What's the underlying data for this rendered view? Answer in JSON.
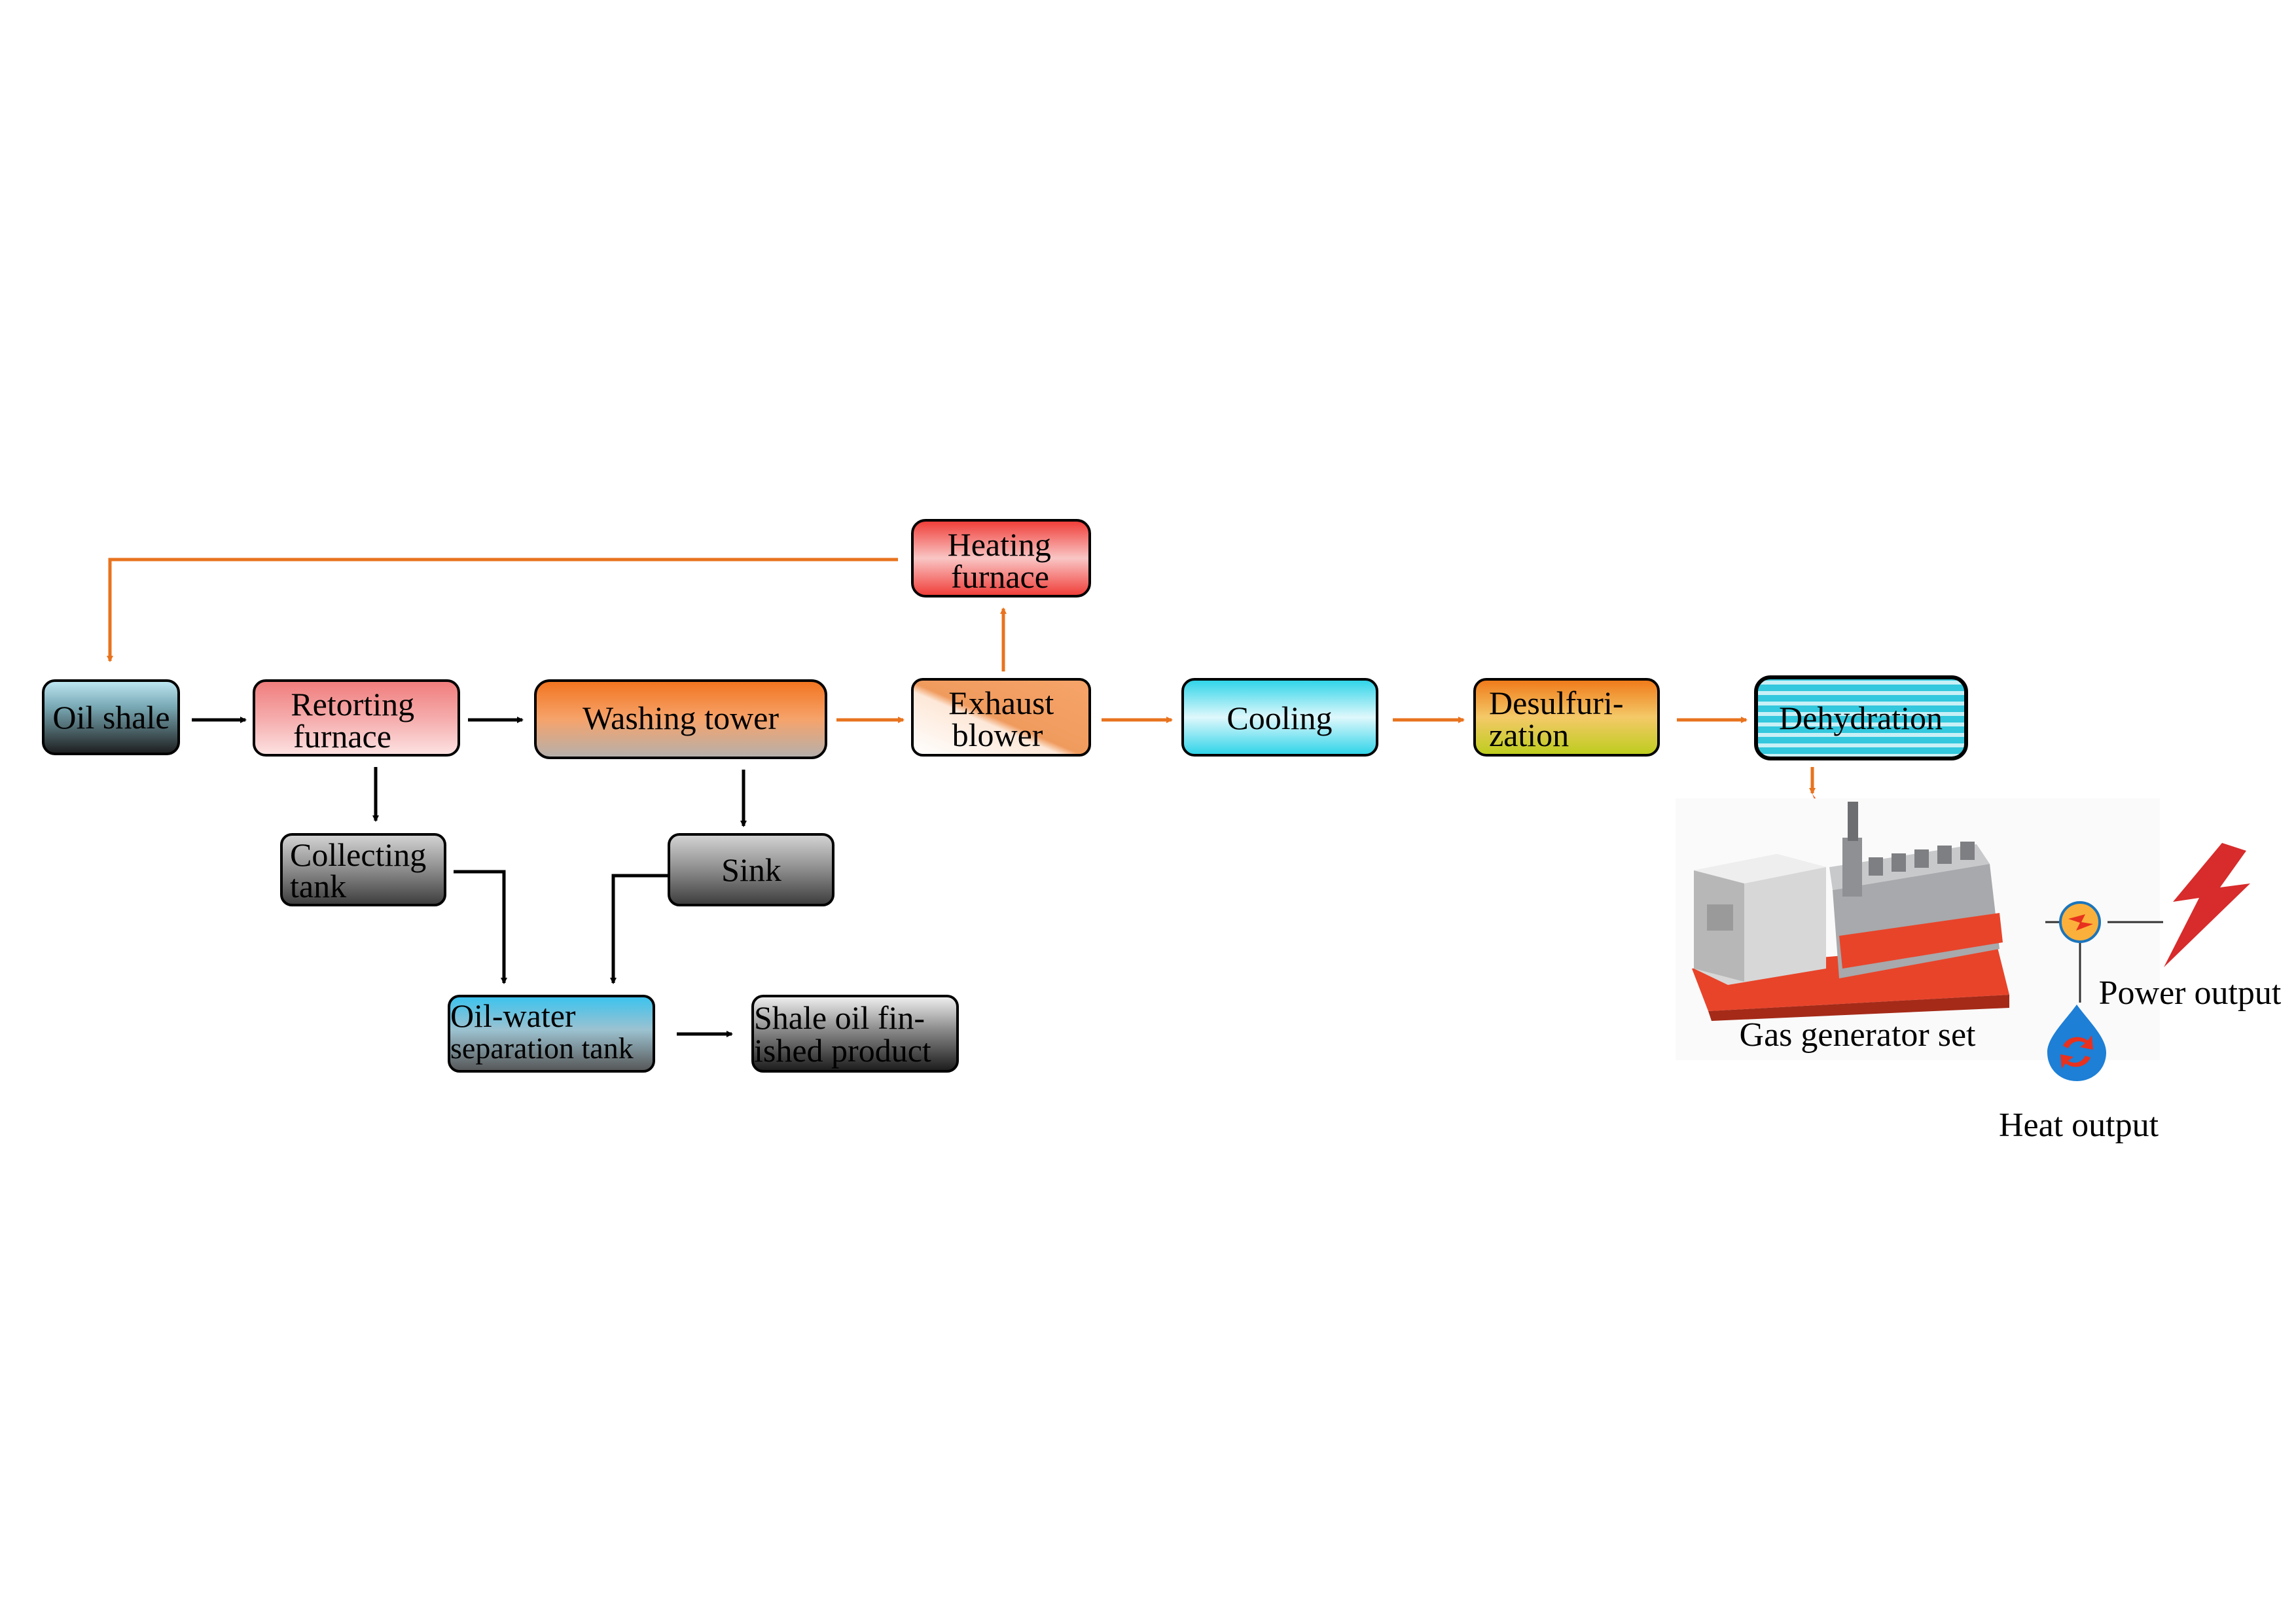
{
  "colors": {
    "process_flow_arrow": "#e8731e",
    "liquid_flow_arrow": "#000000"
  },
  "nodes": {
    "oil_shale": [
      "Oil shale"
    ],
    "retorting_furnace": [
      "Retorting",
      "furnace"
    ],
    "washing_tower": [
      "Washing tower"
    ],
    "exhaust_blower": [
      "Exhaust",
      "blower"
    ],
    "heating_furnace": [
      "Heating",
      "furnace"
    ],
    "cooling": [
      "Cooling"
    ],
    "desulfurization": [
      "Desulfuri-",
      "zation"
    ],
    "dehydration": [
      "Dehydration"
    ],
    "collecting_tank": [
      "Collecting",
      "tank"
    ],
    "sink": [
      "Sink"
    ],
    "oil_water_separation_tank": [
      "Oil-water",
      "separation tank"
    ],
    "shale_oil_finished_product": [
      "Shale oil fin-",
      "ished product"
    ]
  },
  "outputs": {
    "gas_generator_set": "Gas generator set",
    "power_output": "Power output",
    "heat_output": "Heat output"
  },
  "icons": [
    "flame-icon",
    "generator-set-image",
    "power-converter-icon",
    "lightning-bolt-icon",
    "heat-drop-icon"
  ]
}
